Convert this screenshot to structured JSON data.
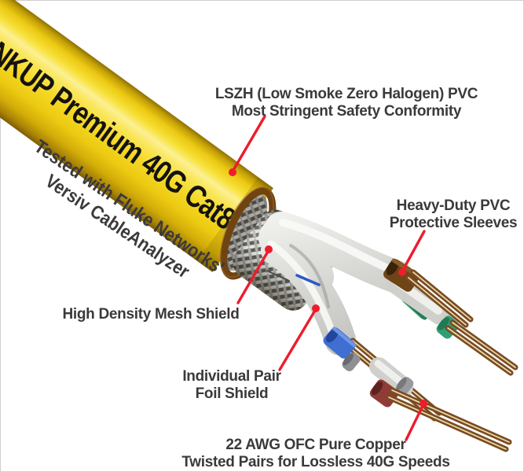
{
  "colors": {
    "accent_red": "#ee1c2d",
    "label_text": "#3b393a",
    "cable_yellow": "#f5da28",
    "jacket_rim_brown": "#6f4312",
    "mesh_gray": "#c4c4c0",
    "foil_white": "#e9e9e6",
    "copper": "#7a4b22",
    "sleeve_brown": "#6f4517",
    "sleeve_green": "#3aa578",
    "sleeve_blue": "#3f6fd1",
    "sleeve_dark_red": "#8f3c36"
  },
  "cable": {
    "print_text": "NKUP Premium 40G Cat8",
    "tested_line1": "Tested with Fluke Networks'",
    "tested_line2": "Versiv CableAnalyzer"
  },
  "callouts": {
    "lszh": {
      "line1": "LSZH (Low Smoke Zero Halogen) PVC",
      "line2": "Most Stringent Safety Conformity"
    },
    "sleeves": {
      "line1": "Heavy-Duty PVC",
      "line2": "Protective Sleeves"
    },
    "mesh": {
      "line1": "High Density Mesh Shield"
    },
    "foil": {
      "line1": "Individual Pair",
      "line2": "Foil Shield"
    },
    "copper": {
      "line1": "22 AWG OFC Pure Copper",
      "line2": "Twisted Pairs for Lossless 40G Speeds"
    }
  }
}
